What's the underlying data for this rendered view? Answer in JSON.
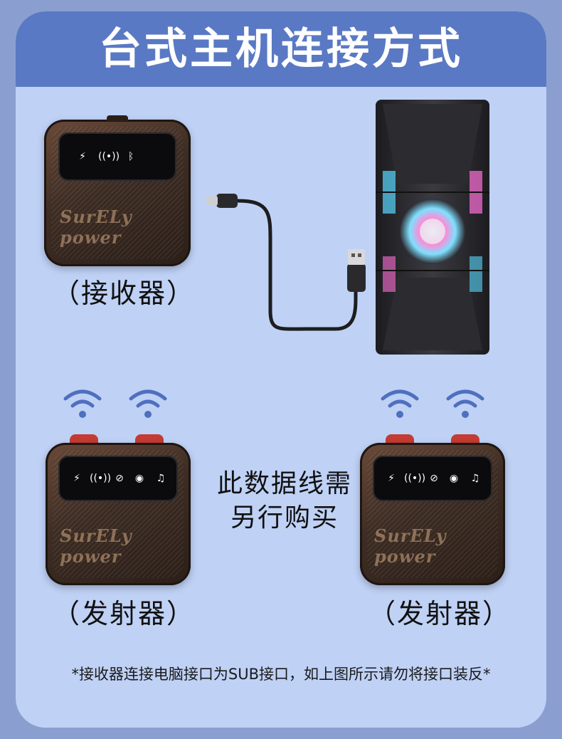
{
  "title": "台式主机连接方式",
  "receiver": {
    "caption": "（接收器）",
    "brand": "SurELy power",
    "icons": [
      "lightning-circle-icon",
      "broadcast-icon",
      "bluetooth-icon"
    ]
  },
  "transmitters": [
    {
      "caption": "（发射器）",
      "brand": "SurELy power",
      "icons": [
        "lightning-circle-icon",
        "broadcast-icon",
        "mute-mic-icon",
        "noise-reduction-icon",
        "music-note-icon"
      ]
    },
    {
      "caption": "（发射器）",
      "brand": "SurELy power",
      "icons": [
        "lightning-circle-icon",
        "broadcast-icon",
        "mute-mic-icon",
        "noise-reduction-icon",
        "music-note-icon"
      ]
    }
  ],
  "middle_note": {
    "line1": "此数据线需",
    "line2": "另行购买"
  },
  "footnote": "*接收器连接电脑接口为SUB接口，如上图所示请勿将接口装反*",
  "colors": {
    "background": "#8a9fd0",
    "card": "#bfd1f5",
    "banner": "#5a79c4",
    "wifi": "#4f6fc0",
    "red_button": "#c43b33"
  }
}
